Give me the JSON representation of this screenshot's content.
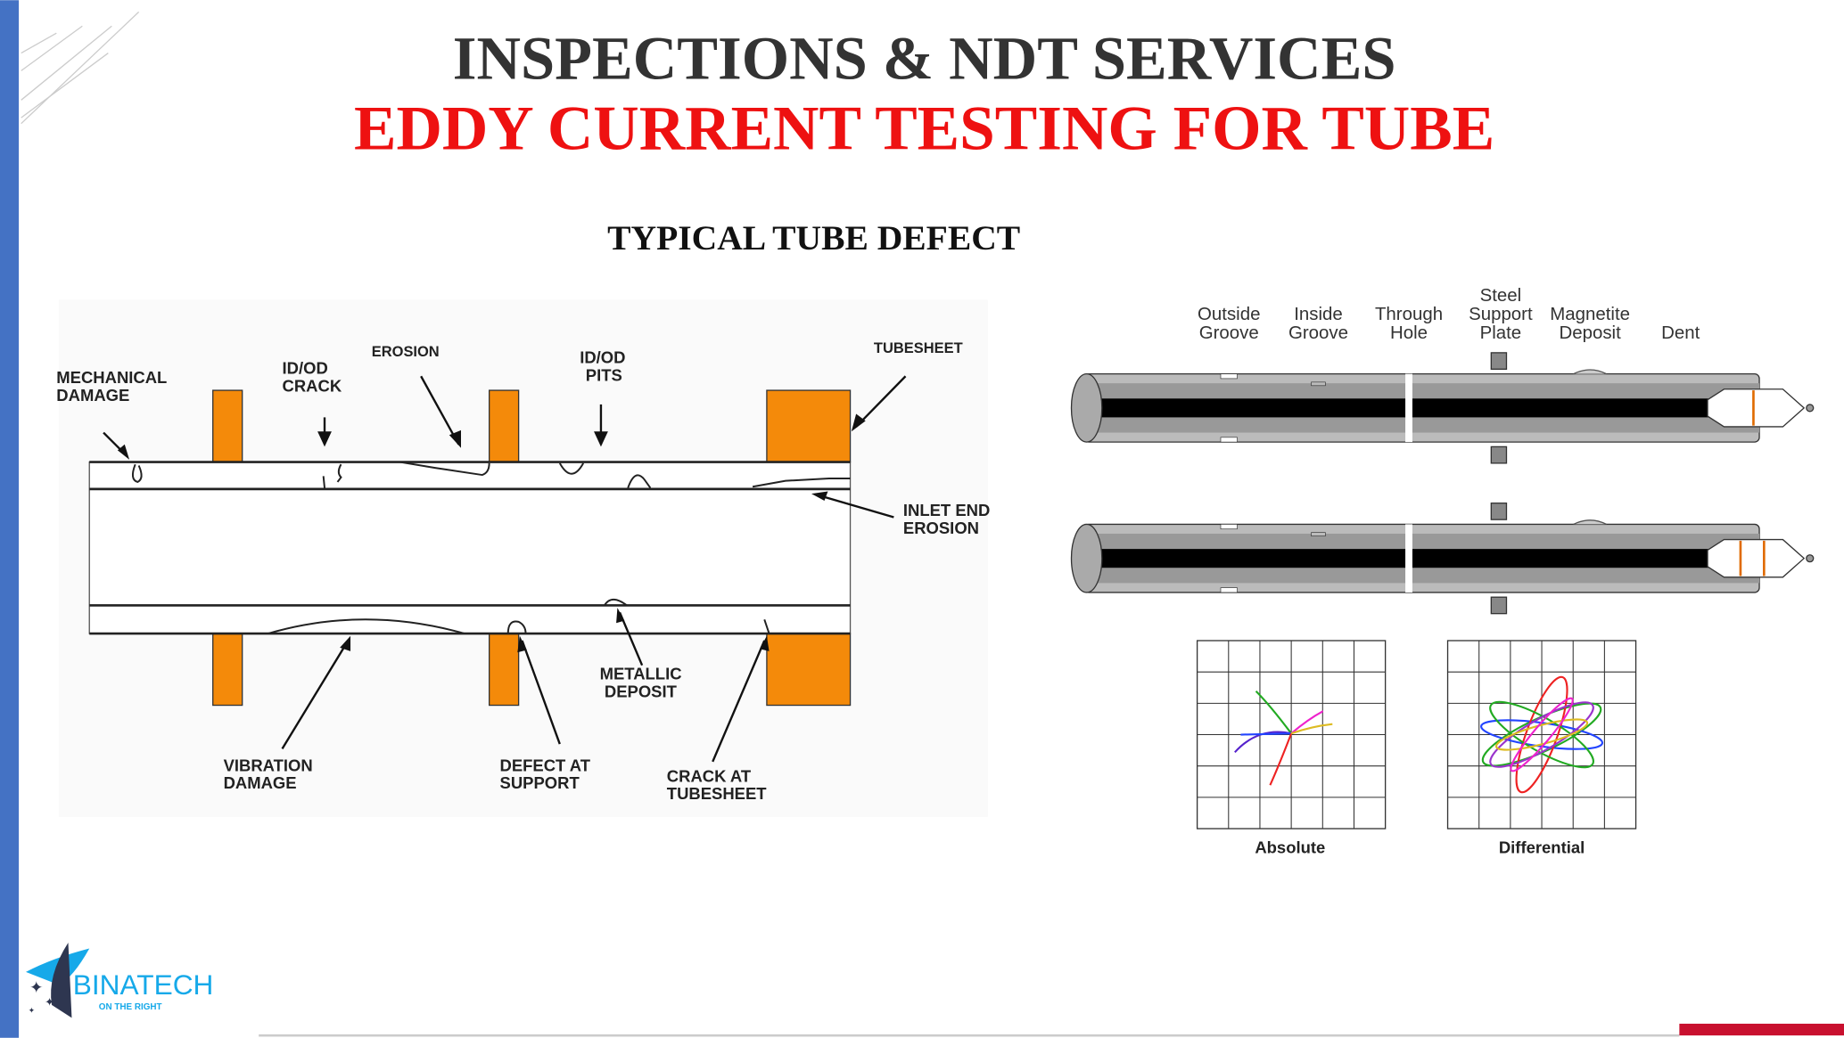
{
  "header": {
    "title": "INSPECTIONS & NDT SERVICES",
    "subtitle": "EDDY CURRENT TESTING FOR TUBE",
    "section_title": "TYPICAL TUBE DEFECT"
  },
  "left_diagram": {
    "labels": {
      "mechanical": [
        "MECHANICAL",
        "DAMAGE"
      ],
      "crack": [
        "ID/OD",
        "CRACK"
      ],
      "erosion": [
        "EROSION"
      ],
      "pits": [
        "ID/OD",
        "PITS"
      ],
      "tubesheet": [
        "TUBESHEET"
      ],
      "inlet": [
        "INLET END",
        "EROSION"
      ],
      "metallic": [
        "METALLIC",
        "DEPOSIT"
      ],
      "vibration": [
        "VIBRATION",
        "DAMAGE"
      ],
      "support": [
        "DEFECT AT",
        "SUPPORT"
      ],
      "crack_ts": [
        "CRACK AT",
        "TUBESHEET"
      ]
    }
  },
  "right_diagram": {
    "defects": [
      [
        "Outside",
        "Groove"
      ],
      [
        "Inside",
        "Groove"
      ],
      [
        "Through",
        "Hole"
      ],
      [
        "Steel",
        "Support",
        "Plate"
      ],
      [
        "Magnetite",
        "Deposit"
      ],
      [
        "Dent"
      ]
    ],
    "plots": [
      "Absolute",
      "Differential"
    ]
  },
  "logo": {
    "name": "BINATECH",
    "tagline": "ON THE RIGHT"
  },
  "colors": {
    "accent_blue": "#4472c4",
    "title_red": "#ee1111",
    "support_orange": "#f48a0a",
    "logo_blue": "#16a9e9"
  }
}
